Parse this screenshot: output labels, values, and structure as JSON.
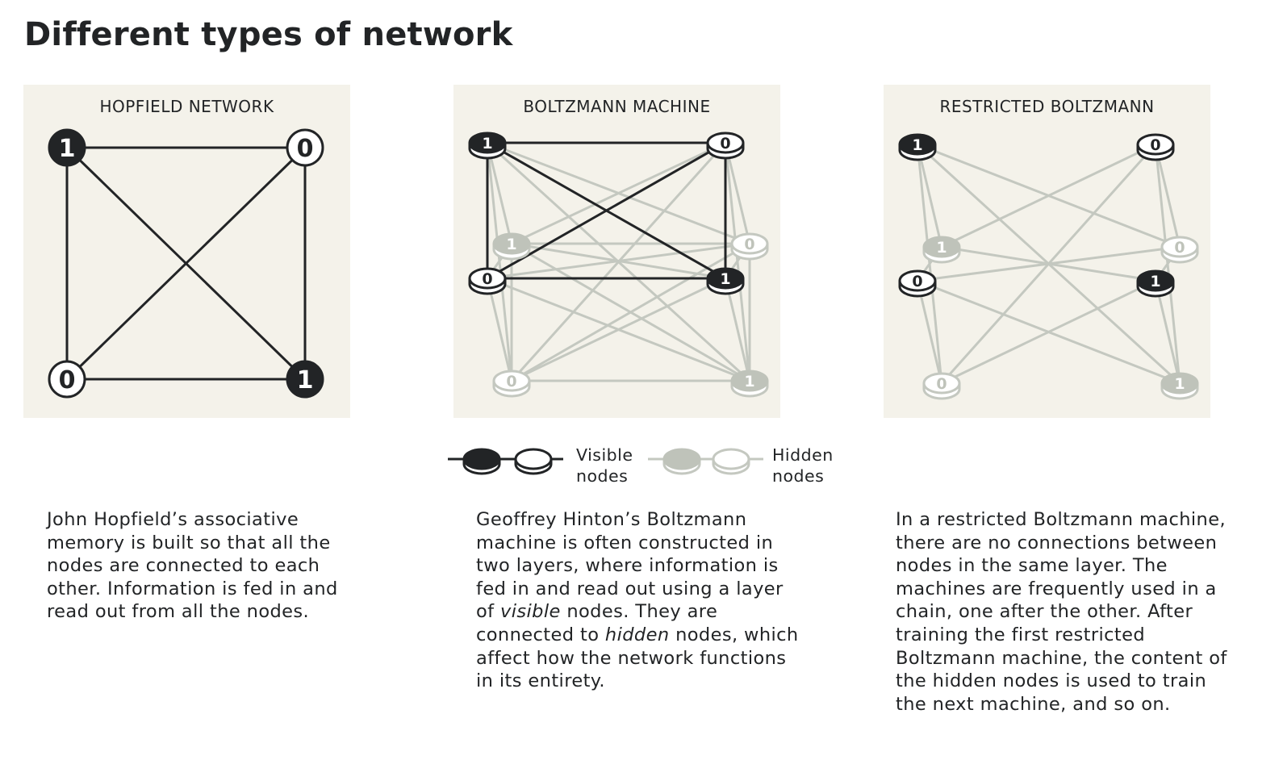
{
  "title": "Different types of network",
  "colors": {
    "panel_bg": "#f4f2ea",
    "dark": "#222426",
    "hidden_fill": "#bfc3ba",
    "hidden_stroke": "#c4c8c0",
    "light_fill": "#ffffff"
  },
  "panels": [
    {
      "id": "hopfield",
      "label": "HOPFIELD NETWORK",
      "node_style": "circle",
      "nodes": [
        {
          "id": "a",
          "value": "1",
          "layer": "visible"
        },
        {
          "id": "b",
          "value": "0",
          "layer": "visible"
        },
        {
          "id": "c",
          "value": "0",
          "layer": "visible"
        },
        {
          "id": "d",
          "value": "1",
          "layer": "visible"
        }
      ],
      "connectivity": "all-to-all",
      "description": "John Hopfield’s associative memory is built so that all the nodes are connected to each other. Information is fed in and read out from all the nodes."
    },
    {
      "id": "boltzmann",
      "label": "BOLTZMANN MACHINE",
      "node_style": "disk",
      "nodes": [
        {
          "id": "v1",
          "value": "1",
          "layer": "visible"
        },
        {
          "id": "v2",
          "value": "0",
          "layer": "visible"
        },
        {
          "id": "v3",
          "value": "0",
          "layer": "visible"
        },
        {
          "id": "v4",
          "value": "1",
          "layer": "visible"
        },
        {
          "id": "h1",
          "value": "1",
          "layer": "hidden"
        },
        {
          "id": "h2",
          "value": "0",
          "layer": "hidden"
        },
        {
          "id": "h3",
          "value": "0",
          "layer": "hidden"
        },
        {
          "id": "h4",
          "value": "1",
          "layer": "hidden"
        }
      ],
      "connectivity": "all-to-all",
      "description_parts": [
        {
          "text": "Geoffrey Hinton’s Boltzmann machine is often constructed in two layers, where information is fed in and read out using a layer of ",
          "italic": false
        },
        {
          "text": "visible",
          "italic": true
        },
        {
          "text": " nodes. They are connected to ",
          "italic": false
        },
        {
          "text": "hidden",
          "italic": true
        },
        {
          "text": " nodes, which affect how the network functions in its entirety.",
          "italic": false
        }
      ]
    },
    {
      "id": "restricted",
      "label": "RESTRICTED BOLTZMANN",
      "node_style": "disk",
      "nodes": [
        {
          "id": "v1",
          "value": "1",
          "layer": "visible"
        },
        {
          "id": "v2",
          "value": "0",
          "layer": "visible"
        },
        {
          "id": "v3",
          "value": "0",
          "layer": "visible"
        },
        {
          "id": "v4",
          "value": "1",
          "layer": "visible"
        },
        {
          "id": "h1",
          "value": "1",
          "layer": "hidden"
        },
        {
          "id": "h2",
          "value": "0",
          "layer": "hidden"
        },
        {
          "id": "h3",
          "value": "0",
          "layer": "hidden"
        },
        {
          "id": "h4",
          "value": "1",
          "layer": "hidden"
        }
      ],
      "connectivity": "visible-to-hidden-only",
      "description": "In a restricted Boltzmann machine, there are no connections between nodes in the same layer. The machines are frequently used in a chain, one after the other. After training the first restricted Boltzmann machine, the content of the hidden nodes is used to train the next machine, and so on."
    }
  ],
  "legend": {
    "visible_label": "Visible\nnodes",
    "hidden_label": "Hidden\nnodes"
  }
}
